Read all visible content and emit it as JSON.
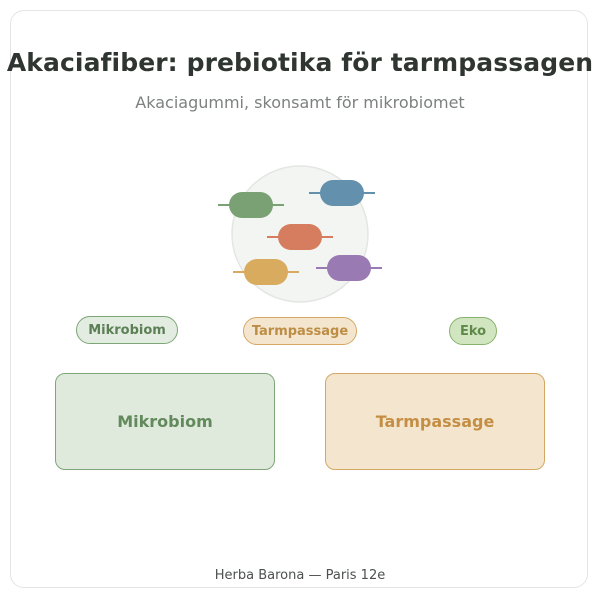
{
  "header": {
    "title": "Akaciafiber: prebiotika för tarmpassagen",
    "subtitle": "Akaciagummi, skonsamt för mikrobiomet"
  },
  "illustration": {
    "icon": "microbiome-bacteria-icon",
    "colors": {
      "circle": "#f3f5f2",
      "green": "#7aa173",
      "blue": "#6391ad",
      "red": "#d67d5f",
      "yellow": "#d8ab5e",
      "purple": "#9a7ab2"
    }
  },
  "tags": {
    "microbiome": "Mikrobiom",
    "transit": "Tarmpassage",
    "eco": "Eko"
  },
  "boxes": {
    "microbiome": "Mikrobiom",
    "transit": "Tarmpassage"
  },
  "footer": {
    "text": "Herba Barona — Paris 12e"
  }
}
